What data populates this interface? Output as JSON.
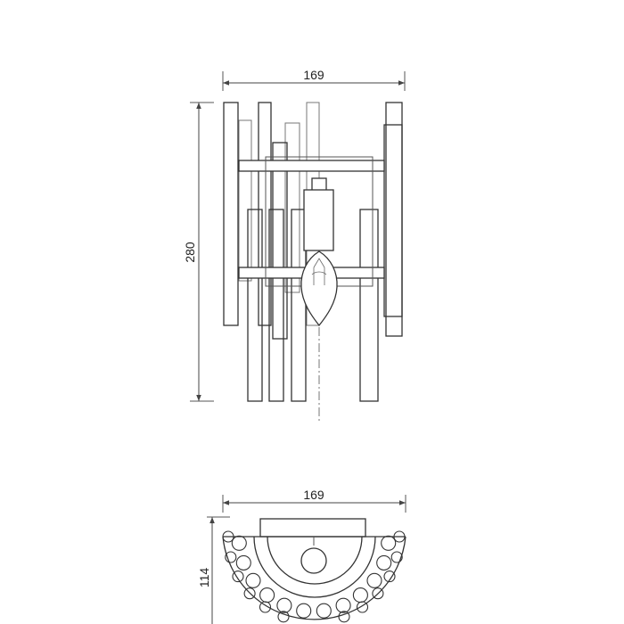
{
  "front_view": {
    "width_label": "169",
    "height_label": "280"
  },
  "top_view": {
    "width_label": "169",
    "depth_label": "114"
  },
  "colors": {
    "line": "#333333",
    "dimension": "#444444",
    "background": "#ffffff"
  }
}
